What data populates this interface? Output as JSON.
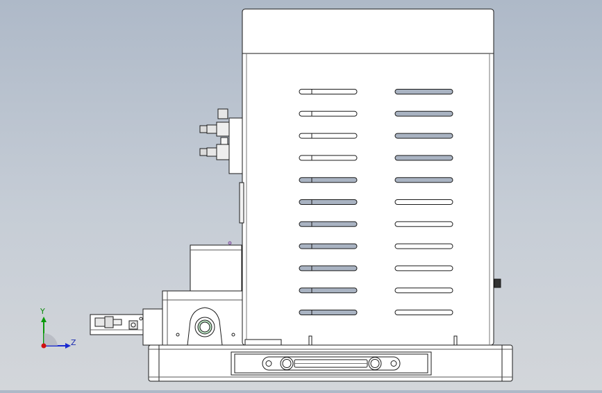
{
  "view": {
    "background_top": "#aeb9c8",
    "background_bottom": "#d3d6da",
    "line_color": "#1a1a1a",
    "part_fill": "#ffffff",
    "slot_fill": "#a9b3c2"
  },
  "triad": {
    "y_label": "Y",
    "z_label": "Z",
    "y_color": "#0a9a0a",
    "z_color": "#1a2ad0",
    "x_color": "#d01010"
  },
  "vent_slots": {
    "rows": 11,
    "columns": 2
  },
  "icons": [
    "axis-triad-icon",
    "pneumatic-fitting-icon",
    "handle-icon",
    "bearing-boss-icon"
  ]
}
